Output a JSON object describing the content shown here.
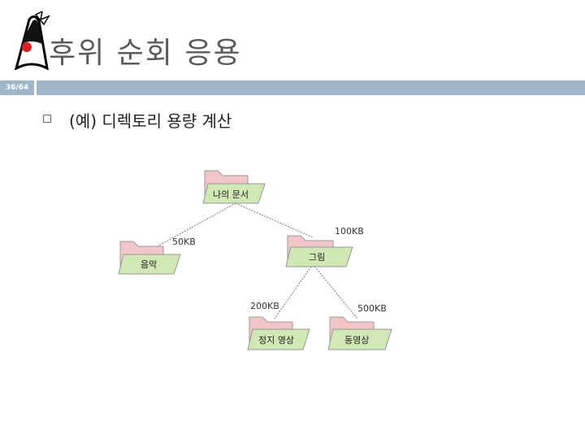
{
  "slide": {
    "title": "후위 순회 응용",
    "page_number": "36/64",
    "bullet": "(예) 디렉토리 용량 계산"
  },
  "diagram": {
    "root": "나의 문서",
    "folders": {
      "music": "음악",
      "pictures": "그림",
      "still": "정지 영상",
      "video": "동영상"
    },
    "sizes": {
      "music": "50KB",
      "pictures": "100KB",
      "still": "200KB",
      "video": "500KB"
    }
  },
  "colors": {
    "header_bar": "#9fb7c9",
    "folder_back": "#f2c6c6",
    "folder_front": "#cfe8b4"
  }
}
